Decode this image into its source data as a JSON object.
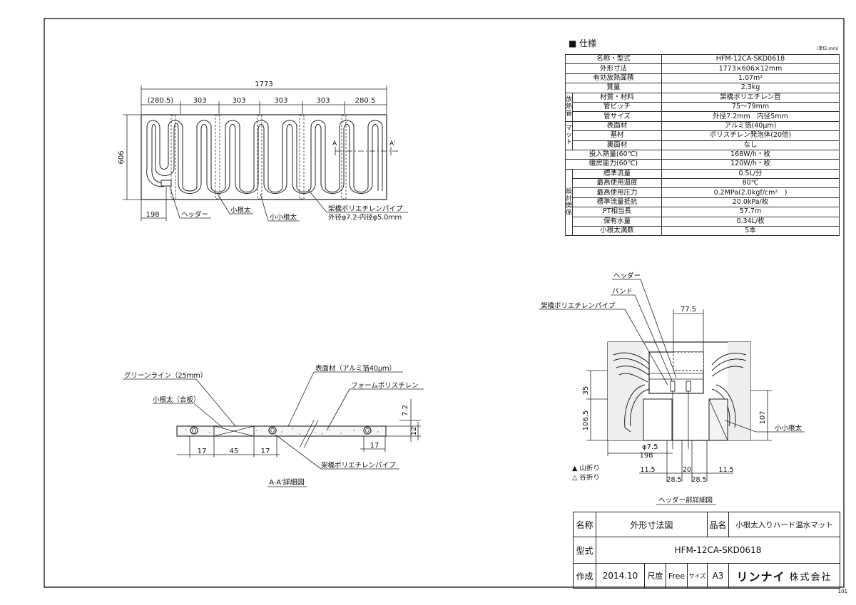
{
  "spec": {
    "heading": "■ 仕様",
    "unit_note": "(単位:mm)",
    "rows": [
      {
        "group": "",
        "name": "名称・型式",
        "value": "HFM-12CA-SKD0618"
      },
      {
        "group": "",
        "name": "外形寸法",
        "value": "1773×606×12mm"
      },
      {
        "group": "",
        "name": "有効放熱面積",
        "value": "1.07m²"
      },
      {
        "group": "",
        "name": "質量",
        "value": "2.3kg"
      },
      {
        "group": "放熱管",
        "name": "材質・材料",
        "value": "架橋ポリエチレン管"
      },
      {
        "group": "",
        "name": "管ピッチ",
        "value": "75～79mm"
      },
      {
        "group": "",
        "name": "管サイズ",
        "value": "外径7.2mm　内径5mm"
      },
      {
        "group": "マット",
        "name": "表面材",
        "value": "アルミ箔(40μm)"
      },
      {
        "group": "",
        "name": "基材",
        "value": "ポリスチレン発泡体(20倍)"
      },
      {
        "group": "",
        "name": "裏面材",
        "value": "なし"
      },
      {
        "group": "",
        "name": "投入熱量(60℃)",
        "value": "168W/h・枚"
      },
      {
        "group": "",
        "name": "暖房能力(60℃)",
        "value": "120W/h・枚"
      },
      {
        "group": "設計関係",
        "name": "標準流量",
        "value": "0.5L/分"
      },
      {
        "group": "",
        "name": "最高使用温度",
        "value": "80℃"
      },
      {
        "group": "",
        "name": "最高使用圧力",
        "value": "0.2MPa(2.0kgf/cm²　)"
      },
      {
        "group": "",
        "name": "標準流量抵抗",
        "value": "20.0kPa/枚"
      },
      {
        "group": "",
        "name": "PT相当長",
        "value": "57.7m"
      },
      {
        "group": "",
        "name": "保有水量",
        "value": "0.34L/枚"
      },
      {
        "group": "",
        "name": "小根太満数",
        "value": "5本"
      }
    ]
  },
  "plan": {
    "overall": "1773",
    "segments": [
      "(280.5)",
      "303",
      "303",
      "303",
      "303",
      "280.5"
    ],
    "height": "606",
    "header_offset": "198",
    "section_a": "A",
    "section_a2": "A'",
    "labels": {
      "header": "ヘッダー",
      "joist": "小根太",
      "small_joist": "小小根太",
      "pipe_line1": "架橋ポリエチレンパイプ",
      "pipe_line2": "外径φ7.2-内径φ5.0ｍｍ"
    }
  },
  "section": {
    "labels": {
      "green_line": "グリーンライン（25ｍｍ）",
      "joist_plywood": "小根太（合板）",
      "surface": "表面材（アルミ箔40μｍ）",
      "foam": "フォームポリスチレン",
      "pipe": "架橋ポリエチレンパイプ"
    },
    "dims": {
      "d17a": "17",
      "d45": "45",
      "d17b": "17",
      "d17c": "17",
      "d72": "7.2",
      "d12": "12"
    },
    "caption": "A-A'詳細図"
  },
  "header_detail": {
    "labels": {
      "header": "ヘッダー",
      "band": "バンド",
      "pipe": "架橋ポリエチレンパイプ",
      "small_joist": "小小根太"
    },
    "dims": {
      "d775": "77.5",
      "d35": "35",
      "d1065": "106.5",
      "d107": "107",
      "d75": "φ7.5",
      "d198": "198",
      "d115a": "11.5",
      "d20": "20",
      "d115b": "11.5",
      "d285a": "28.5",
      "d285b": "28.5"
    },
    "legend_mountain": "▲ 山折り",
    "legend_valley": "△ 谷折り",
    "caption": "ヘッダー部詳細図"
  },
  "title_block": {
    "name_label": "名称",
    "name_value": "外形寸法図",
    "product_label": "品名",
    "product_value": "小根太入りハード温水マット",
    "model_label": "型式",
    "model_value": "HFM-12CA-SKD0618",
    "made_label": "作成",
    "made_value": "2014.10",
    "scale_label": "尺度",
    "scale_value": "Free",
    "size_label": "サイズ",
    "size_value": "A3",
    "company_logo": "リンナイ",
    "company_suffix": "株式会社"
  },
  "page_number": "101"
}
